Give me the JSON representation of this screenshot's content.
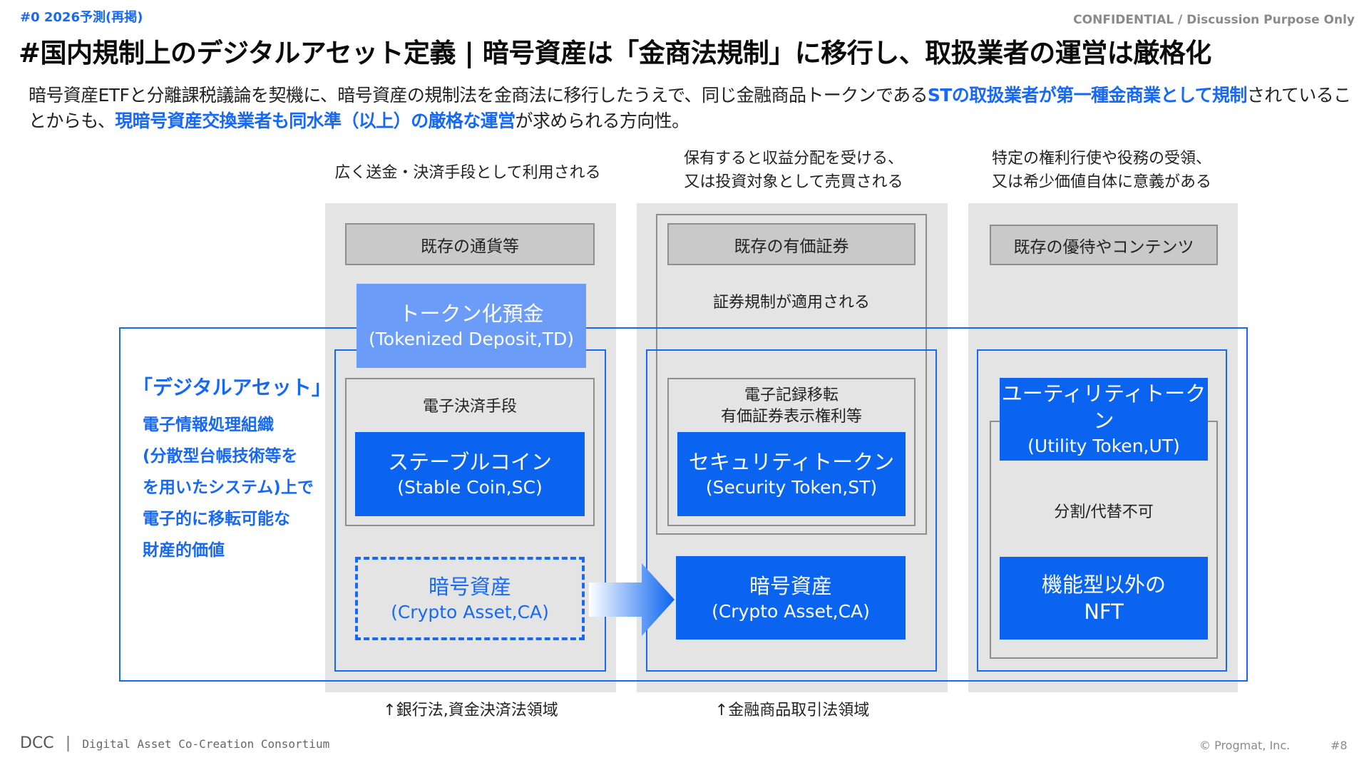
{
  "header": {
    "tag": "#0  2026予測(再掲)",
    "confidential": "CONFIDENTIAL / Discussion Purpose Only",
    "title": "#国内規制上のデジタルアセット定義 | 暗号資産は「金商法規制」に移行し、取扱業者の運営は厳格化"
  },
  "lead": {
    "p1": "暗号資産ETFと分離課税議論を契機に、暗号資産の規制法を金商法に移行したうえで、同じ金融商品トークンである",
    "h1": "STの取扱業者が第一種金商業として規制",
    "p2": "されていることからも、",
    "h2": "現暗号資産交換業者も同水準（以上）の厳格な運営",
    "p3": "が求められる方向性。"
  },
  "columns": {
    "c1": {
      "caption": "広く送金・決済手段として利用される",
      "header": "既存の通貨等",
      "inner_label": "電子決済手段",
      "footer": "↑銀行法,資金決済法領域"
    },
    "c2": {
      "caption_l1": "保有すると収益分配を受ける、",
      "caption_l2": "又は投資対象として売買される",
      "header": "既存の有価証券",
      "securities_note": "証券規制が適用される",
      "inner_label_l1": "電子記録移転",
      "inner_label_l2": "有価証券表示権利等",
      "footer": "↑金融商品取引法領域"
    },
    "c3": {
      "caption_l1": "特定の権利行使や役務の受領、",
      "caption_l2": "又は希少価値自体に意義がある",
      "header": "既存の優待やコンテンツ",
      "inner_label": "分割/代替不可"
    }
  },
  "boxes": {
    "td": {
      "t1": "トークン化預金",
      "t2": "(Tokenized Deposit,TD)"
    },
    "sc": {
      "t1": "ステーブルコイン",
      "t2": "(Stable Coin,SC)"
    },
    "ca_old": {
      "t1": "暗号資産",
      "t2": "(Crypto Asset,CA)"
    },
    "st": {
      "t1": "セキュリティトークン",
      "t2": "(Security Token,ST)"
    },
    "ca_new": {
      "t1": "暗号資産",
      "t2": "(Crypto Asset,CA)"
    },
    "ut": {
      "t1": "ユーティリティトークン",
      "t2": "(Utility Token,UT)"
    },
    "nft": {
      "t1": "機能型以外の",
      "t2": "NFT"
    }
  },
  "digital_asset": {
    "title": "「デジタルアセット」",
    "lines": [
      "電子情報処理組織",
      "(分散型台帳技術等を",
      "を用いたシステム)上で",
      "電子的に移転可能な",
      "財産的価値"
    ]
  },
  "footer": {
    "logo_main": "DCC",
    "logo_sub": "Digital Asset Co-Creation Consortium",
    "copyright": "© Progmat, Inc.",
    "page": "#8"
  },
  "colors": {
    "accent": "#1769f5",
    "box_blue": "#0a64f0",
    "box_light_blue": "#6b9cf8",
    "column_bg": "#e4e4e4"
  }
}
